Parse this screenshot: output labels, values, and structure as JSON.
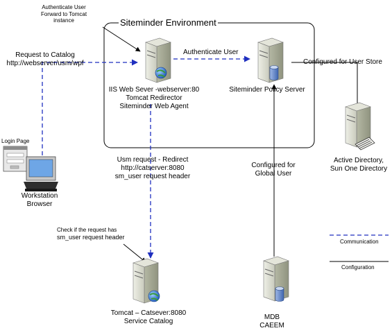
{
  "environment": {
    "title": "Siteminder Environment"
  },
  "nodes": {
    "iis": {
      "lines": [
        "IIS Web Sever -webserver:80",
        "Tomcat Redirector",
        "Siteminder Web Agent"
      ]
    },
    "policy": {
      "label": "Siteminder Policy Server"
    },
    "directory": {
      "lines": [
        "Active Directory,",
        "Sun One Directory"
      ]
    },
    "workstation": {
      "lines": [
        "Workstation",
        "Browser"
      ],
      "screen_label": "Login Page"
    },
    "tomcat": {
      "lines": [
        "Tomcat – Catsever:8080",
        "Service Catalog"
      ]
    },
    "mdb": {
      "lines": [
        "MDB",
        "CAEEM"
      ]
    }
  },
  "annotations": {
    "auth_user_forward": [
      "Authenticate User",
      "Forward to Tomcat",
      "instance"
    ],
    "request_catalog": [
      "Request to Catalog",
      "http://webserver/usm/wpf"
    ],
    "authenticate_user": "Authenticate User",
    "configured_user_store": "Configured for User Store",
    "configured_global": [
      "Configured for",
      "Global User"
    ],
    "usm_redirect": [
      "Usm request - Redirect",
      "http://catserver:8080",
      "sm_user request header"
    ],
    "check_request": [
      "Check if the request has",
      "sm_user request header"
    ]
  },
  "legend": {
    "communication": "Communication",
    "configuration": "Configuration"
  },
  "colors": {
    "communication_line": "#1f2fbf",
    "configuration_line": "#000000",
    "server_body": "#d4d6c8",
    "server_side": "#a9ad98",
    "globe": "#2a6fd0",
    "db": "#5f86c8"
  }
}
